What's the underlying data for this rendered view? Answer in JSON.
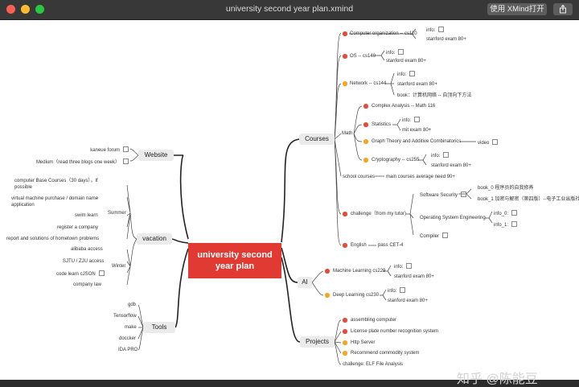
{
  "window": {
    "title": "university second year plan.xmind",
    "open_btn": "使用 XMind打开"
  },
  "root": {
    "line1": "university second",
    "line2": "year plan"
  },
  "main": {
    "courses": "Courses",
    "ai": "AI",
    "projects": "Projects",
    "website": "Website",
    "vacation": "vacation",
    "tools": "Tools"
  },
  "courses": {
    "co": "Computer organization -- cs110",
    "co_info": "info:",
    "co_exam": "stanford exam 80+",
    "os": "OS -- cs140",
    "os_info": "info:",
    "os_exam": "stanford exam 80+",
    "net": "Network -- cs144",
    "net_info": "info:",
    "net_exam": "stanford exam 80+",
    "net_book": "book：计算机网络 -- 自顶向下方法",
    "math": "Math",
    "ca": "Complex Analysis -- Math 116",
    "stat": "Statistics",
    "stat_info": "info:",
    "stat_exam": "mit exam 80+",
    "gt": "Graph Theory and Additive Combinatorics",
    "gt_video": "video",
    "crypto": "Cryptography -- cs255",
    "crypto_info": "info:",
    "crypto_exam": "stanford exam 80+",
    "school": "school courses",
    "school_desc": "main courses average need 90+",
    "challenge": "challenge（from my tutor)",
    "sec": "Software Security",
    "book0": "book_0 程序员的自我修养",
    "book1": "book_1 加密与解密（第四版）--电子工业出版社",
    "ose": "Operating System Engineering",
    "info0": "info_0:",
    "info1": "info_1:",
    "compiler": "Compiler",
    "english": "English",
    "english_desc": "pass CET-4"
  },
  "ai": {
    "ml": "Machine Learning cs229",
    "ml_info": "info:",
    "ml_exam": "stanford exam 80+",
    "dl": "Deep Learning cs230",
    "dl_info": "info:",
    "dl_exam": "stanford exam 80+"
  },
  "projects": {
    "p1": "assembling computer",
    "p2": "License plate number recognition system",
    "p3": "Http Server",
    "p4": "Recommend commodity system",
    "p5": "challenge: ELF File Analysis"
  },
  "website": {
    "w1": "kaneue forum",
    "w2": "Medium（read three blogs one week）"
  },
  "vacation": {
    "summer": "Summer",
    "winter": "Winter",
    "s1a": "computer Base Courses（30 days），If",
    "s1b": "possible",
    "s2a": "virtual machine purchase / domain name",
    "s2b": "application",
    "s3": "swim learn",
    "s4": "register a company",
    "s5": "report and solutions of hometown problems",
    "w1": "alibaba access",
    "w2": "SJTU / ZJU access",
    "w3": "code learn cJSON",
    "w4": "company law"
  },
  "tools": {
    "t1": "gdb",
    "t2": "Tensorflow",
    "t3": "make",
    "t4": "doccker",
    "t5": "IDA PRO"
  },
  "watermark": "知乎 @陈能豆"
}
